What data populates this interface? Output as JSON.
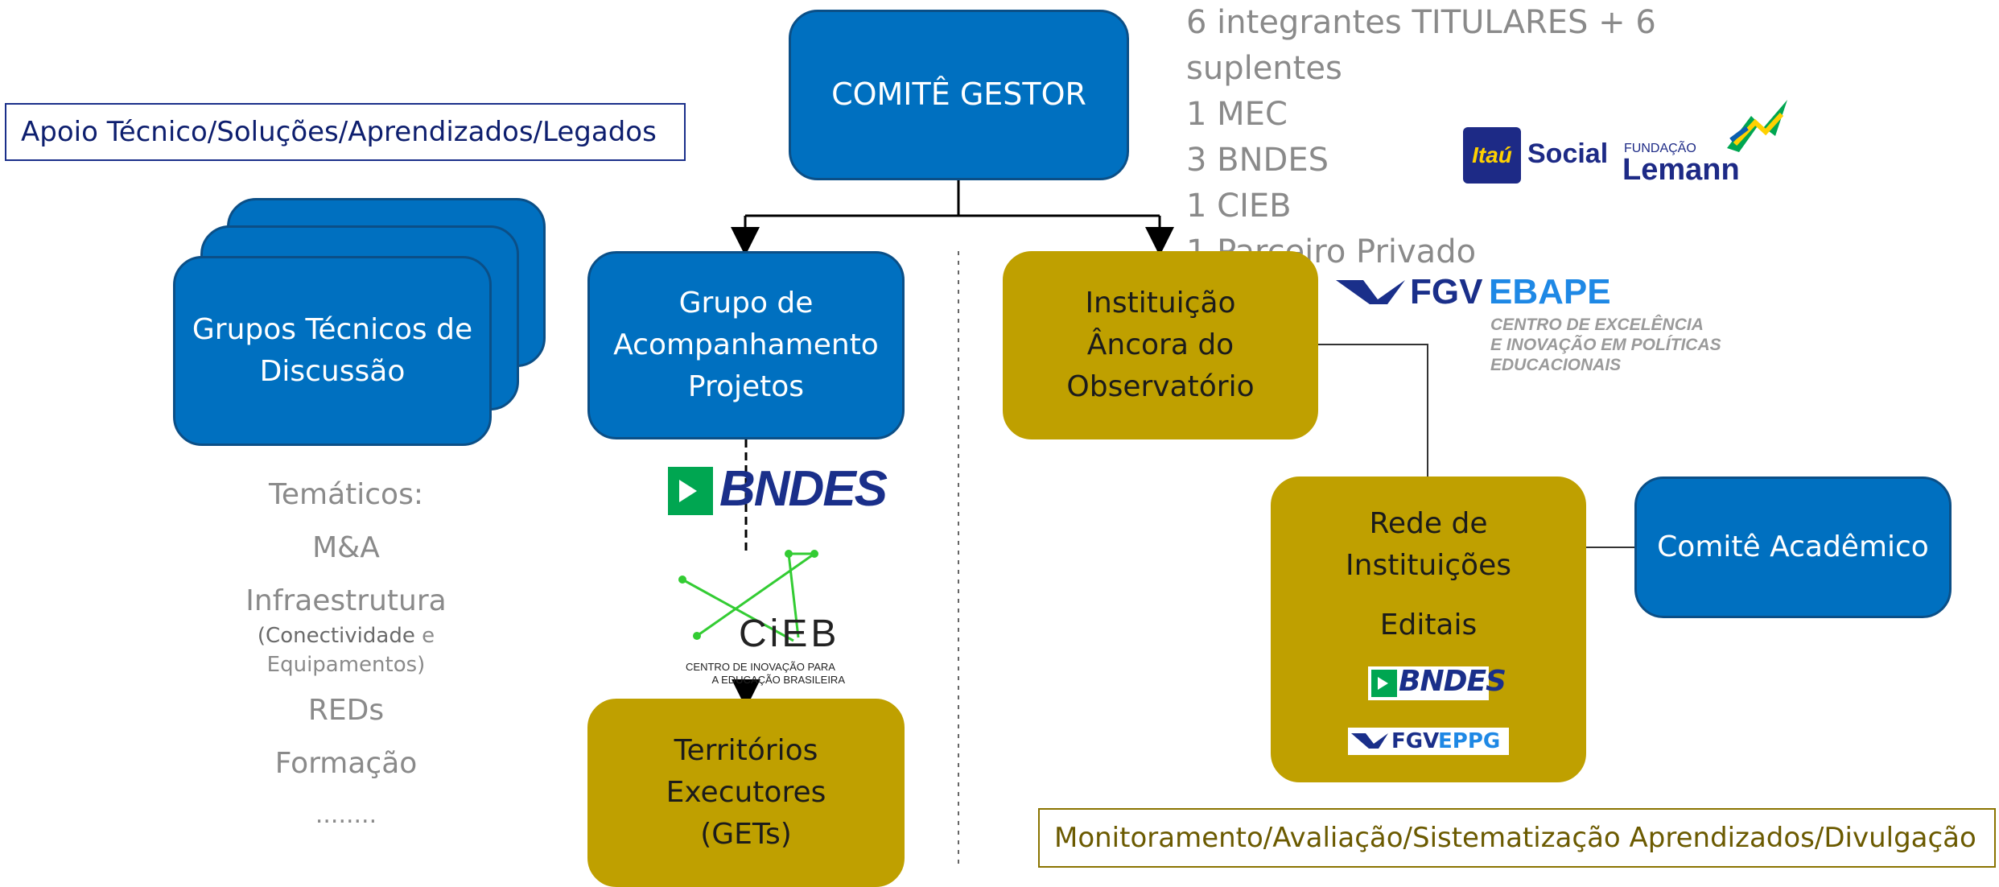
{
  "comite_gestor": "COMITÊ GESTOR",
  "composicao": [
    "6 integrantes TITULARES + 6 suplentes",
    "1 MEC",
    "3 BNDES",
    "1 CIEB",
    "1 Parceiro Privado"
  ],
  "apoio_tecnico": "Apoio Técnico/Soluções/Aprendizados/Legados",
  "grupos_tecnicos": "Grupos Técnicos de Discussão",
  "grupo_acompanhamento": "Grupo de Acompanhamento Projetos",
  "instituicao_ancora": "Instituição Âncora do Observatório",
  "rede_instituicoes": "Rede de Instituições",
  "editais": "Editais",
  "comite_academico": "Comitê Acadêmico",
  "territorios": "Territórios Executores (GETs)",
  "monitoramento": "Monitoramento/Avaliação/Sistematização Aprendizados/Divulgação",
  "tematicos": {
    "title": "Temáticos:",
    "m_a": "M&A",
    "infra": "Infraestrutura",
    "infra_detail_1a": "(Conectividade",
    "infra_detail_1b": " e",
    "infra_detail_2": "Equipamentos)",
    "reds": "REDs",
    "formacao": "Formação",
    "ellipsis": "........"
  },
  "logos": {
    "itau_box": "Itaú",
    "itau_text": "Social",
    "lemann_small": "FUNDAÇÃO",
    "lemann_big": "Lemann",
    "fgv": "FGV",
    "ebape": "EBAPE",
    "ebape_sub_1": "CENTRO DE EXCELÊNCIA",
    "ebape_sub_2": "E INOVAÇÃO EM POLÍTICAS",
    "ebape_sub_3": "EDUCACIONAIS",
    "bndes": "BNDES",
    "cieb": "CiEB",
    "cieb_sub_1": "CENTRO DE INOVAÇÃO PARA",
    "cieb_sub_2": "A EDUCAÇÃO BRASILEIRA",
    "eppg": "EPPG"
  },
  "colors": {
    "blue": "#0070c0",
    "gold": "#bfa000",
    "navy": "#1a2f8a",
    "bndes_green": "#00a651",
    "gray_text": "#8a8a8a"
  }
}
